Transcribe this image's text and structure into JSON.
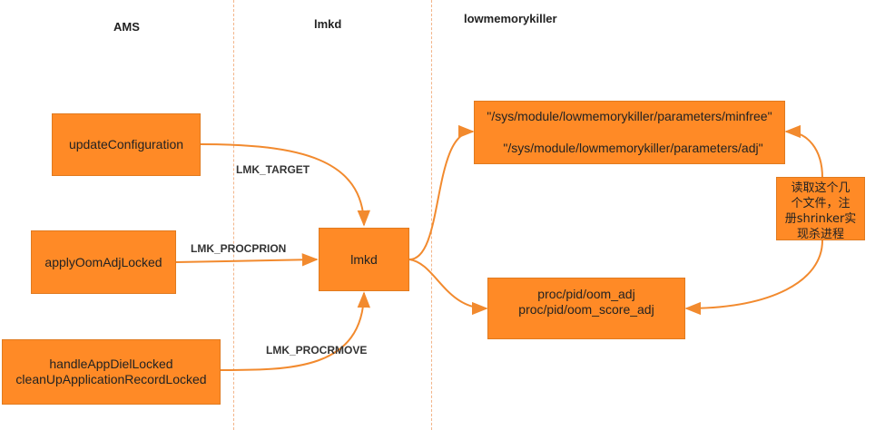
{
  "lanes": {
    "ams": "AMS",
    "lmkd": "lmkd",
    "lowmemorykiller": "lowmemorykiller"
  },
  "nodes": {
    "update_configuration": "updateConfiguration",
    "apply_oom_adj_locked": "applyOomAdjLocked",
    "handle_app_died_locked": "handleAppDielLocked",
    "clean_up_application_record_locked": "cleanUpApplicationRecordLocked",
    "lmkd": "lmkd",
    "params_minfree": "\"/sys/module/lowmemorykiller/parameters/minfree\"",
    "params_adj": "\"/sys/module/lowmemorykiller/parameters/adj\"",
    "proc_oom_adj": "proc/pid/oom_adj",
    "proc_oom_score_adj": "proc/pid/oom_score_adj"
  },
  "edges": {
    "lmk_target": "LMK_TARGET",
    "lmk_procprion": "LMK_PROCPRION",
    "lmk_procrmove": "LMK_PROCRMOVE"
  },
  "note": {
    "line1": "读取这个几",
    "line2": "个文件，注",
    "line3": "册shrinker实",
    "line4": "现杀进程"
  },
  "colors": {
    "box_fill": "#ff8a26",
    "connector": "#f28a2e",
    "divider": "#f3b58a"
  }
}
